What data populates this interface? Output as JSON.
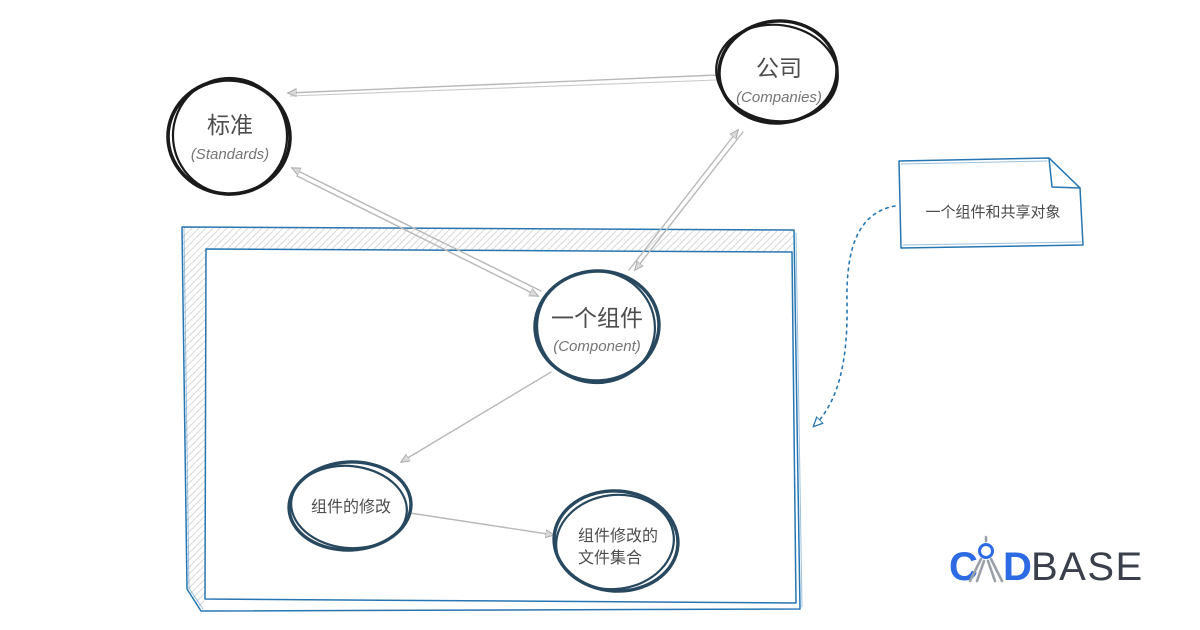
{
  "diagram": {
    "nodes": [
      {
        "id": "companies",
        "label": "公司",
        "sublabel": "(Companies)"
      },
      {
        "id": "standards",
        "label": "标准",
        "sublabel": "(Standards)"
      },
      {
        "id": "component",
        "label": "一个组件",
        "sublabel": "(Component)"
      },
      {
        "id": "modification",
        "label": "组件的修改"
      },
      {
        "id": "fileset",
        "label_line1": "组件修改的",
        "label_line2": "文件集合"
      }
    ],
    "note": {
      "text": "一个组件和共享对象"
    }
  },
  "logo": {
    "part1": "C",
    "part2": "D",
    "part3": "BASE",
    "icon": "drafting-compass-icon"
  },
  "colors": {
    "sketch-blue": "#2676b3",
    "node-black": "#1a1a1a",
    "node-navy": "#27485f",
    "arrow-gray": "#b8b8b8",
    "label-gray": "#4d4d4d",
    "sublabel-gray": "#757575",
    "hatch-gray": "#d8d8d8",
    "logo-blue": "#2d6be4",
    "logo-dark": "#3a404b",
    "compass-gray": "#9aa0a8"
  }
}
